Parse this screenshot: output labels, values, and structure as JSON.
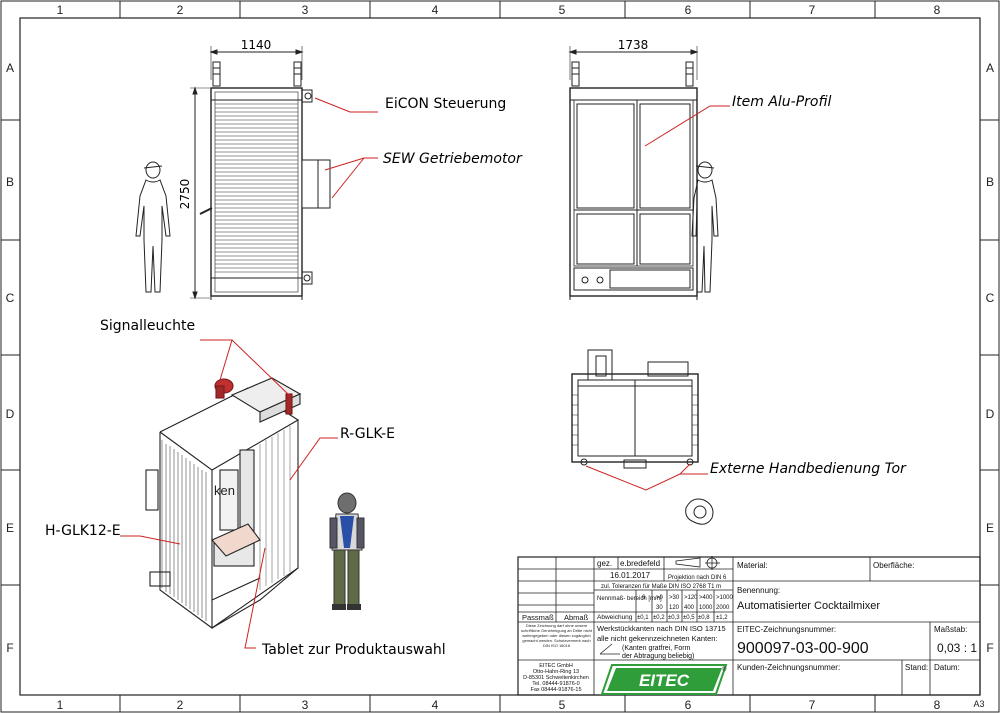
{
  "grid": {
    "columns": [
      "1",
      "2",
      "3",
      "4",
      "5",
      "6",
      "7",
      "8"
    ],
    "rows": [
      "A",
      "B",
      "C",
      "D",
      "E",
      "F"
    ],
    "sheet_size": "A3"
  },
  "dimensions": {
    "side_width": "1140",
    "side_height": "2750",
    "front_width": "1738"
  },
  "labels": {
    "eicon": "EiCON Steuerung",
    "sew": "SEW Getriebemotor",
    "item": "Item Alu-Profil",
    "signal": "Signalleuchte",
    "rglk": "R-GLK-E",
    "hglk": "H-GLK12-E",
    "tablet": "Tablet zur Produktauswahl",
    "handbedienung": "Externe Handbedienung Tor",
    "iso_logo_text": "ken"
  },
  "title_block": {
    "gez_label": "gez.",
    "gez_name": "e.bredefeld",
    "date": "16.01.2017",
    "projection": "Projektion nach DIN 6",
    "tolerance_title": "zul. Toleranzen für Maße DIN ISO 2768 T1 m",
    "nennmass_label": "Nennmaß-\nbereich [mm]",
    "nennmass_cols": [
      {
        "top": "6",
        "bottom": ""
      },
      {
        "top": ">0",
        "bottom": "30"
      },
      {
        "top": ">30",
        "bottom": "120"
      },
      {
        "top": ">120",
        "bottom": "400"
      },
      {
        "top": ">400",
        "bottom": "1000"
      },
      {
        "top": ">1000",
        "bottom": "2000"
      }
    ],
    "abweichung_label": "Abweichung",
    "abweichung_values": [
      "±0,1",
      "±0,2",
      "±0,3",
      "±0,5",
      "±0,8",
      "±1,2"
    ],
    "passmass": "Passmaß",
    "abmass": "Abmaß",
    "copyright": "Diese Zeichnung darf ohne unsere schriftliche Genehmigung an Dritte nicht weitergegeben oder diesen zugänglich gemacht werden. Schutzvermerk nach DIN ISO 16016",
    "kanten_title": "Werkstückkanten nach DIN ISO 13715",
    "kanten_sub": "alle nicht gekennzeichneten Kanten:",
    "kanten_note1": "(Kanten gratfrei, Form",
    "kanten_note2": "der Abtragung beliebig)",
    "company_lines": [
      "EITEC GmbH",
      "Otto-Hahn-Ring 13",
      "D-85301 Schweitenkirchen",
      "Tel. 08444-91876-0",
      "Fax 08444-91876-15"
    ],
    "logo": "EITEC",
    "material_label": "Material:",
    "oberflaeche_label": "Oberfläche:",
    "benennung_label": "Benennung:",
    "benennung": "Automatisierter Cocktailmixer",
    "zeichnungsnr_label": "EITEC-Zeichnungsnummer:",
    "zeichnungsnr": "900097-03-00-900",
    "massstab_label": "Maßstab:",
    "massstab": "0,03 : 1",
    "kunden_label": "Kunden-Zeichnungsnummer:",
    "stand_label": "Stand:",
    "datum_label": "Datum:"
  },
  "colors": {
    "line": "#222222",
    "leader": "#cc2222",
    "logo_green": "#2f9e3a"
  }
}
